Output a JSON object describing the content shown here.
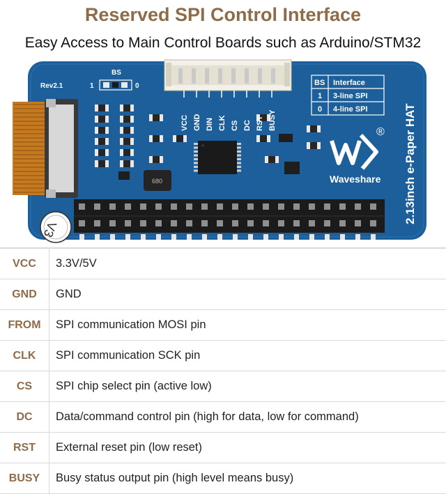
{
  "header": {
    "title": "Reserved SPI Control Interface",
    "subtitle": "Easy Access to Main Control Boards such as Arduino/STM32"
  },
  "board": {
    "rev": "Rev2.1",
    "bs_label": "BS",
    "bs_one": "1",
    "bs_zero": "0",
    "pins": [
      "VCC",
      "GND",
      "DIN",
      "CLK",
      "CS",
      "DC",
      "RST",
      "BUSY"
    ],
    "interface_table": {
      "headers": [
        "BS",
        "Interface"
      ],
      "rows": [
        [
          "1",
          "3-line SPI"
        ],
        [
          "0",
          "4-line SPI"
        ]
      ]
    },
    "brand": "Waveshare",
    "registered": "®",
    "product": "2.13inch e-Paper HAT",
    "version_mark": "V3",
    "inductor_label": "680"
  },
  "pin_table": [
    {
      "pin": "VCC",
      "desc": "3.3V/5V"
    },
    {
      "pin": "GND",
      "desc": "GND"
    },
    {
      "pin": "FROM",
      "desc": "SPI communication MOSI pin"
    },
    {
      "pin": "CLK",
      "desc": "SPI communication SCK pin"
    },
    {
      "pin": "CS",
      "desc": "SPI chip select pin (active low)"
    },
    {
      "pin": "DC",
      "desc": "Data/command control pin (high for data, low for command)"
    },
    {
      "pin": "RST",
      "desc": "External reset pin (low reset)"
    },
    {
      "pin": "BUSY",
      "desc": "Busy status output pin (high level means busy)"
    }
  ],
  "colors": {
    "title": "#8e6c4a",
    "pcb": "#1c5f9a",
    "pcb_dark": "#164e80",
    "header_pins": "#222222"
  }
}
